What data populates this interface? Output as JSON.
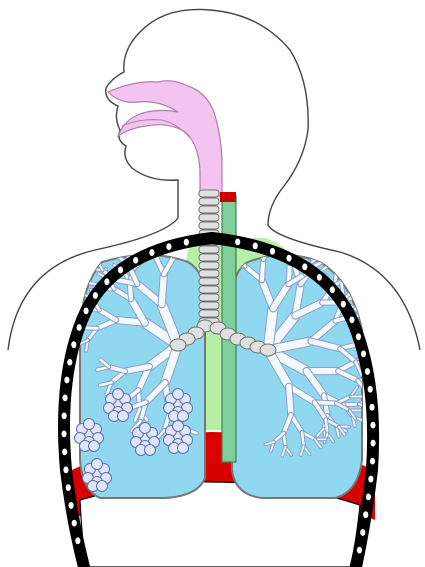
{
  "diagram": {
    "labels": [],
    "colors": {
      "background": "#ffffff",
      "outline": "#444444",
      "airway_pink": "#f2c4ef",
      "airway_pink_stroke": "#b07cae",
      "trachea_grey": "#e0e0e0",
      "esophagus_green": "#7fcf9a",
      "mediastinum_green": "#b6f0a6",
      "lung_blue": "#8fd8f0",
      "bronchi_white": "#f4f8ff",
      "bronchi_edge": "#8da0c8",
      "alveoli_fill": "#dfe6ff",
      "alveoli_stroke": "#6070b0",
      "diaphragm_red": "#d90000",
      "ribcage_black": "#000000",
      "rib_dot_white": "#ffffff",
      "epiglottis_red": "#cc0000"
    },
    "icons": [
      "head-silhouette",
      "nasal-cavity",
      "trachea",
      "esophagus",
      "left-lung",
      "right-lung",
      "diaphragm",
      "rib-cage",
      "alveoli-clusters"
    ]
  }
}
